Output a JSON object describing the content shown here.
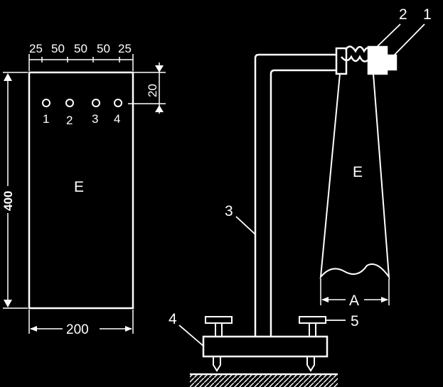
{
  "colors": {
    "background": "#000000",
    "ink": "#ffffff"
  },
  "left_panel": {
    "top_dimensions": [
      "25",
      "50",
      "50",
      "50",
      "25"
    ],
    "right_dimension": "20",
    "height_dimension": "400",
    "width_dimension": "200",
    "hole_labels": [
      "1",
      "2",
      "3",
      "4"
    ],
    "sample_label": "E"
  },
  "right_apparatus": {
    "part_labels": [
      "1",
      "2",
      "3",
      "4",
      "5"
    ],
    "sample_label": "E",
    "spacing_label": "A"
  }
}
